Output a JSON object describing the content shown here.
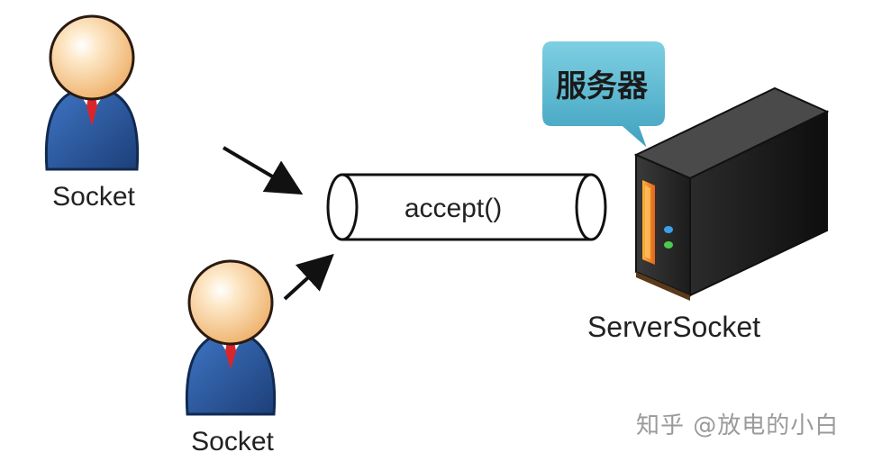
{
  "clients": [
    {
      "label": "Socket"
    },
    {
      "label": "Socket"
    }
  ],
  "pipe": {
    "label": "accept()"
  },
  "server": {
    "label": "ServerSocket",
    "bubble": "服务器"
  },
  "watermark": "知乎 @放电的小白",
  "colors": {
    "skin": "#f4c78e",
    "suit": "#2f5ea8",
    "suit_dark": "#1d3f78",
    "tie": "#d9262c",
    "bubble": "#57b6cf",
    "server_body": "#2a2a2a",
    "server_light_orange": "#f58a1f",
    "server_led_blue": "#3aa0e8",
    "server_led_green": "#4cc94c"
  }
}
